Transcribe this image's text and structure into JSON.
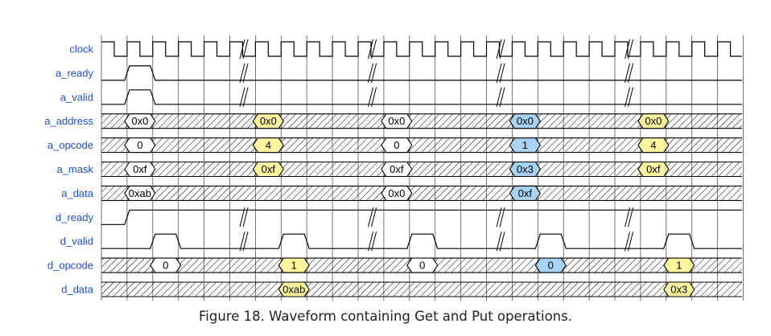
{
  "figure": {
    "caption": "Figure 18. Waveform containing Get and Put operations."
  },
  "colors": {
    "label": "#1f4fd0",
    "line": "#000000",
    "grid": "#555555",
    "yellow": "#fff59d",
    "blue": "#a9d3f5",
    "hatch": "#000000"
  },
  "signals": [
    {
      "name": "clock",
      "kind": "clock"
    },
    {
      "name": "a_ready",
      "kind": "bit",
      "events": [
        [
          0,
          0
        ],
        [
          1,
          1
        ],
        [
          2,
          0
        ]
      ]
    },
    {
      "name": "a_valid",
      "kind": "bit",
      "events": [
        [
          0,
          0
        ],
        [
          1,
          1
        ],
        [
          2,
          0
        ]
      ]
    },
    {
      "name": "a_address",
      "kind": "bus",
      "values": [
        {
          "cycle": 1,
          "text": "0x0",
          "color": "white"
        },
        {
          "cycle": 6,
          "text": "0x0",
          "color": "yellow"
        },
        {
          "cycle": 11,
          "text": "0x0",
          "color": "white"
        },
        {
          "cycle": 16,
          "text": "0x0",
          "color": "blue"
        },
        {
          "cycle": 21,
          "text": "0x0",
          "color": "yellow"
        }
      ]
    },
    {
      "name": "a_opcode",
      "kind": "bus",
      "values": [
        {
          "cycle": 1,
          "text": "0",
          "color": "white"
        },
        {
          "cycle": 6,
          "text": "4",
          "color": "yellow"
        },
        {
          "cycle": 11,
          "text": "0",
          "color": "white"
        },
        {
          "cycle": 16,
          "text": "1",
          "color": "blue"
        },
        {
          "cycle": 21,
          "text": "4",
          "color": "yellow"
        }
      ]
    },
    {
      "name": "a_mask",
      "kind": "bus",
      "values": [
        {
          "cycle": 1,
          "text": "0xf",
          "color": "white"
        },
        {
          "cycle": 6,
          "text": "0xf",
          "color": "yellow"
        },
        {
          "cycle": 11,
          "text": "0xf",
          "color": "white"
        },
        {
          "cycle": 16,
          "text": "0x3",
          "color": "blue"
        },
        {
          "cycle": 21,
          "text": "0xf",
          "color": "yellow"
        }
      ]
    },
    {
      "name": "a_data",
      "kind": "bus",
      "values": [
        {
          "cycle": 1,
          "text": "0xab",
          "color": "white"
        },
        {
          "cycle": 11,
          "text": "0x0",
          "color": "white"
        },
        {
          "cycle": 16,
          "text": "0xf",
          "color": "blue"
        }
      ]
    },
    {
      "name": "d_ready",
      "kind": "bit",
      "events": [
        [
          0,
          0
        ],
        [
          1,
          1
        ]
      ]
    },
    {
      "name": "d_valid",
      "kind": "bit",
      "events": [
        [
          0,
          0
        ],
        [
          2,
          1
        ],
        [
          3,
          0
        ],
        [
          7,
          1
        ],
        [
          8,
          0
        ],
        [
          12,
          1
        ],
        [
          13,
          0
        ],
        [
          17,
          1
        ],
        [
          18,
          0
        ],
        [
          22,
          1
        ],
        [
          23,
          0
        ]
      ]
    },
    {
      "name": "d_opcode",
      "kind": "bus",
      "values": [
        {
          "cycle": 2,
          "text": "0",
          "color": "white"
        },
        {
          "cycle": 7,
          "text": "1",
          "color": "yellow"
        },
        {
          "cycle": 12,
          "text": "0",
          "color": "white"
        },
        {
          "cycle": 17,
          "text": "0",
          "color": "blue"
        },
        {
          "cycle": 22,
          "text": "1",
          "color": "yellow"
        }
      ]
    },
    {
      "name": "d_data",
      "kind": "bus",
      "values": [
        {
          "cycle": 7,
          "text": "0xab",
          "color": "yellow"
        },
        {
          "cycle": 22,
          "text": "0x3",
          "color": "yellow"
        }
      ]
    }
  ],
  "timing": {
    "cycles": 25,
    "break_cycles": [
      5,
      10,
      15,
      20
    ],
    "break_signals": [
      "clock",
      "a_ready",
      "a_valid",
      "d_ready",
      "d_valid"
    ]
  }
}
